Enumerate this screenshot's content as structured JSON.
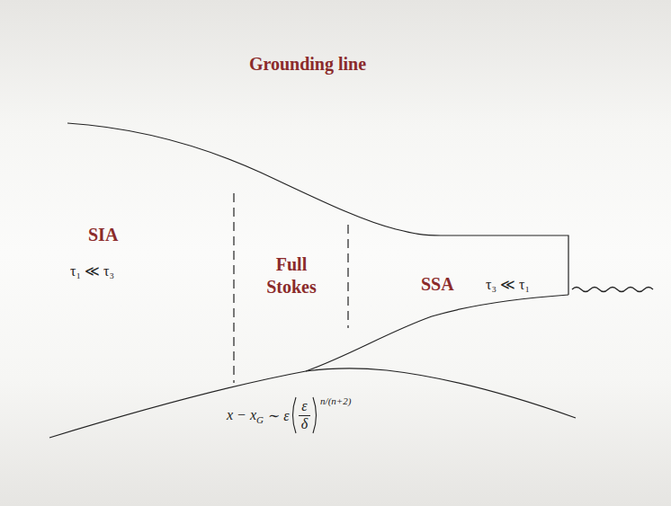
{
  "diagram": {
    "title": "Grounding line",
    "labels": [
      "SIA",
      "τ₁ ≪ τ₃",
      "Full Stokes",
      "SSA",
      "τ₃ ≪ τ₁",
      "x − x",
      "G",
      "∼ ε",
      "ε",
      "δ",
      "n/(n+2)"
    ]
  }
}
